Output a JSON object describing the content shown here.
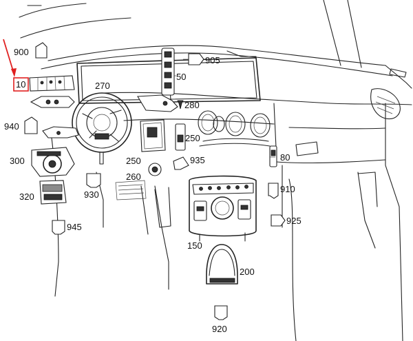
{
  "colors": {
    "line": "#222222",
    "arrow": "#e02020",
    "highlight_box": "#e02020"
  },
  "callouts": [
    {
      "id": "900",
      "text": "900"
    },
    {
      "id": "10",
      "text": "10"
    },
    {
      "id": "905",
      "text": "905"
    },
    {
      "id": "50",
      "text": "50"
    },
    {
      "id": "270",
      "text": "270"
    },
    {
      "id": "280",
      "text": "280"
    },
    {
      "id": "940",
      "text": "940"
    },
    {
      "id": "250a",
      "text": "250"
    },
    {
      "id": "250b",
      "text": "250"
    },
    {
      "id": "300",
      "text": "300"
    },
    {
      "id": "935",
      "text": "935"
    },
    {
      "id": "80",
      "text": "80"
    },
    {
      "id": "260",
      "text": "260"
    },
    {
      "id": "930",
      "text": "930"
    },
    {
      "id": "910",
      "text": "910"
    },
    {
      "id": "320",
      "text": "320"
    },
    {
      "id": "925",
      "text": "925"
    },
    {
      "id": "945",
      "text": "945"
    },
    {
      "id": "150",
      "text": "150"
    },
    {
      "id": "200",
      "text": "200"
    },
    {
      "id": "920",
      "text": "920"
    }
  ]
}
